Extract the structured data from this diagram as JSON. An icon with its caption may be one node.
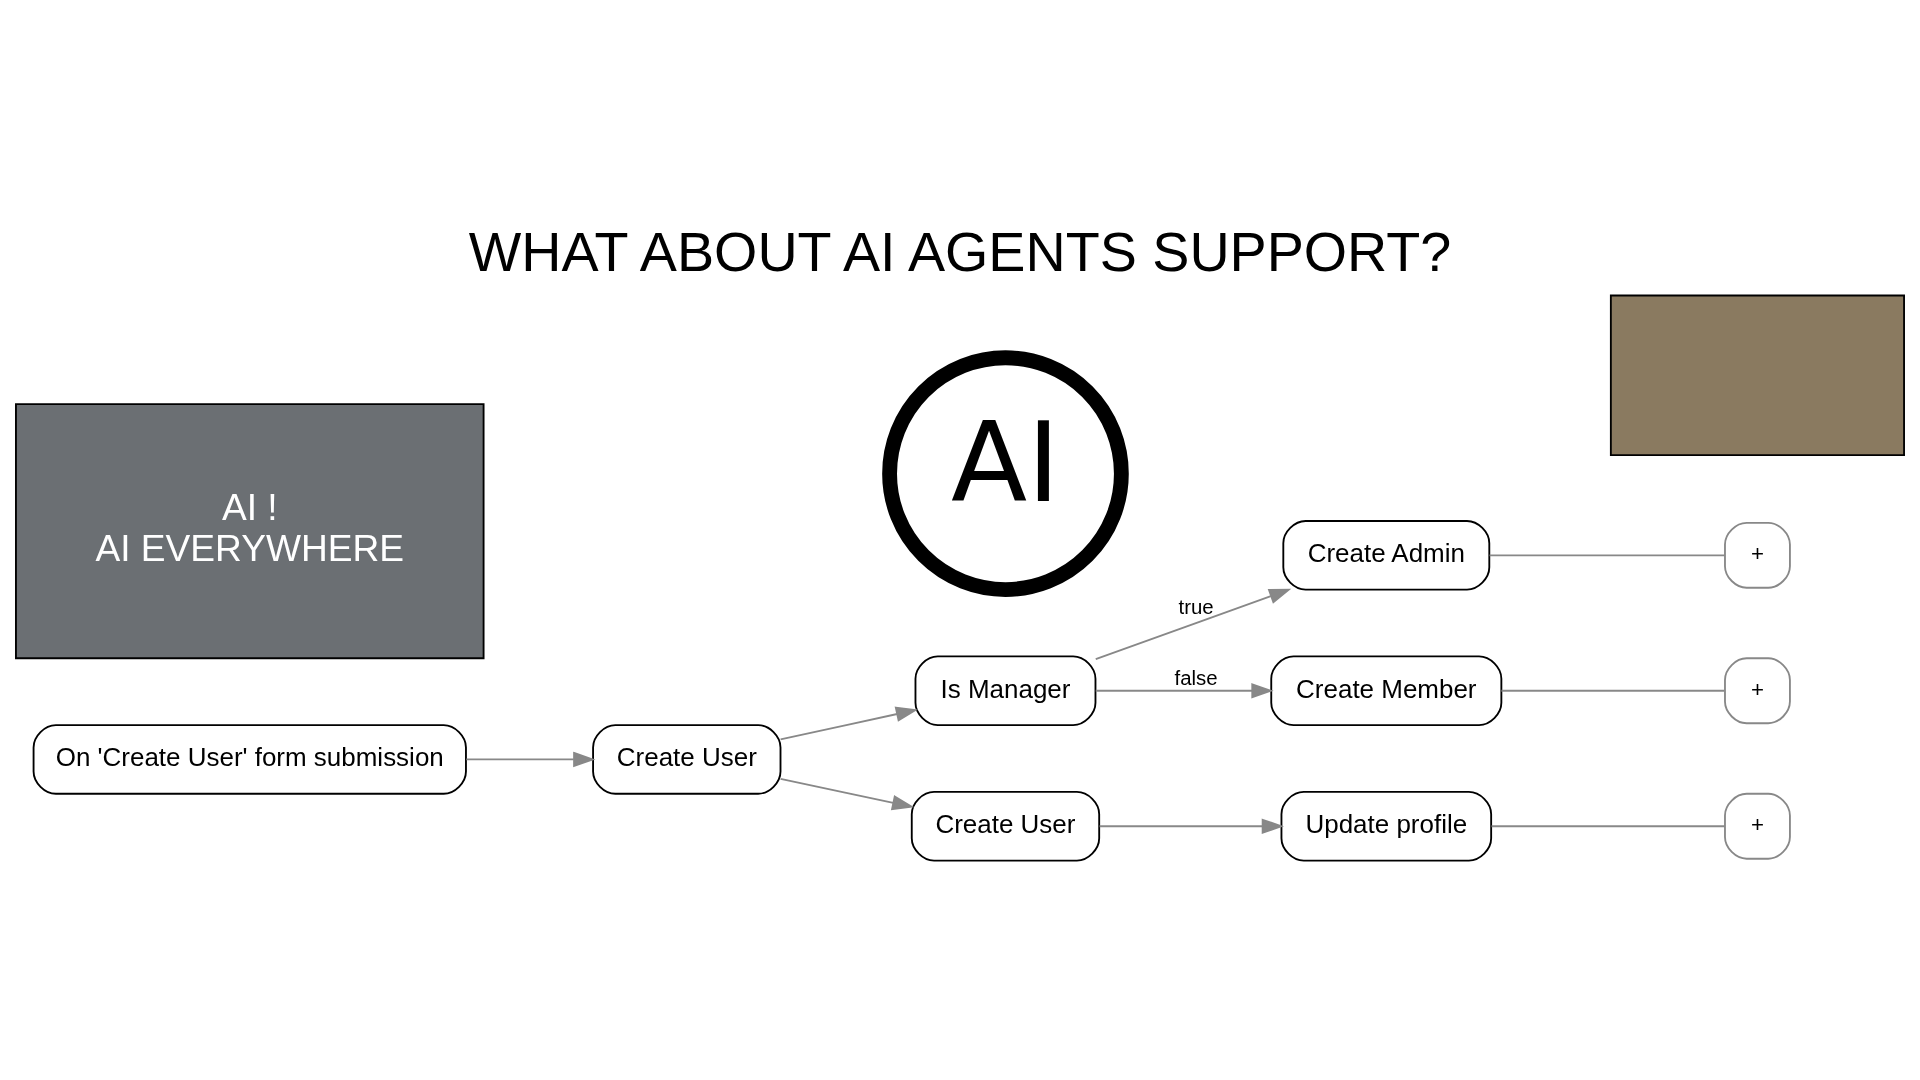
{
  "diagram": {
    "title": "WHAT ABOUT AI AGENTS SUPPORT?",
    "nodes": [
      {
        "text": [
          "On 'Create User' form submission"
        ]
      },
      {
        "text": [
          "Create User"
        ]
      },
      {
        "text": [
          "Is Manager"
        ]
      },
      {
        "text": [
          "Create Admin"
        ]
      },
      {
        "text": [
          "Create Member"
        ]
      },
      {
        "text": [
          "Create User"
        ]
      },
      {
        "text": [
          "Update profile"
        ]
      },
      {
        "text": [
          "+"
        ]
      },
      {
        "text": [
          "+"
        ]
      },
      {
        "text": [
          "+"
        ]
      },
      {
        "text": [
          "AI"
        ]
      },
      {
        "text": [
          "AI !",
          "AI EVERYWHERE"
        ]
      },
      {
        "text": [],
        "shape": "box"
      }
    ],
    "edges": [
      {
        "from": 0,
        "to": 1,
        "arrow": "to"
      },
      {
        "from": 1,
        "to": 2,
        "arrow": "to"
      },
      {
        "from": 1,
        "to": 5,
        "arrow": "to"
      },
      {
        "from": 2,
        "to": 3,
        "arrow": "to",
        "label": "true"
      },
      {
        "from": 2,
        "to": 4,
        "arrow": "to",
        "label": "false"
      },
      {
        "from": 5,
        "to": 6,
        "arrow": "to"
      },
      {
        "from": 3,
        "to": 7,
        "arrow": "none"
      },
      {
        "from": 4,
        "to": 8,
        "arrow": "none"
      },
      {
        "from": 6,
        "to": 9,
        "arrow": "none"
      }
    ]
  }
}
